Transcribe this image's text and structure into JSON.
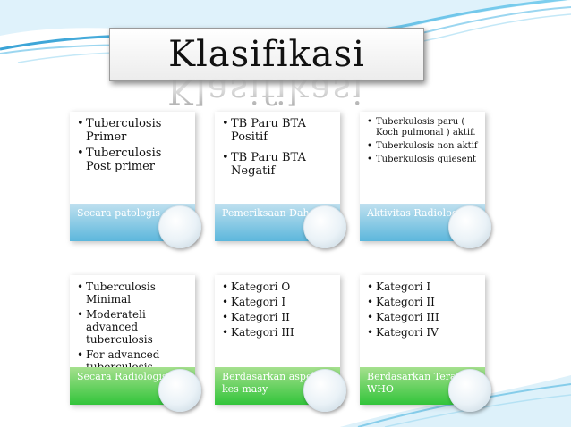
{
  "title": "Klasifikasi",
  "cards": [
    {
      "items": [
        "Tuberculosis Primer",
        "Tuberculosis Post primer"
      ],
      "label": "Secara patologis",
      "color": "#5cb7dc"
    },
    {
      "items": [
        "TB Paru BTA Positif",
        "TB Paru BTA Negatif"
      ],
      "label": "Pemeriksaan Dahak",
      "color": "#5cb7dc"
    },
    {
      "items": [
        "Tuberkulosis paru ( Koch pulmonal ) aktif.",
        "Tuberkulosis non aktif",
        "Tuberkulosis quiesent"
      ],
      "label": "Aktivitas Radiologi",
      "color": "#5cb7dc"
    },
    {
      "items": [
        "Tuberculosis Minimal",
        "Moderateli advanced tuberculosis",
        "For advanced tuberculosis"
      ],
      "label": "Secara Radiologis",
      "color": "#32c43a"
    },
    {
      "items": [
        "Kategori O",
        "Kategori I",
        "Kategori II",
        "Kategori III"
      ],
      "label": "Berdasarkan aspek kes masy",
      "color": "#32c43a"
    },
    {
      "items": [
        "Kategori I",
        "Kategori  II",
        "Kategori III",
        "Kategori IV"
      ],
      "label": "Berdasarkan Terapi WHO",
      "color": "#32c43a"
    }
  ]
}
